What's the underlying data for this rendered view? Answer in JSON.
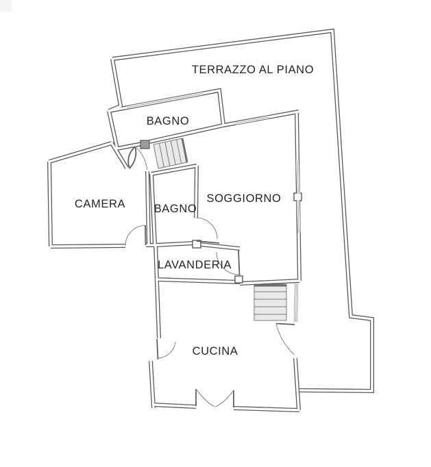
{
  "plan": {
    "type": "floor-plan",
    "language": "Italian",
    "rooms": [
      {
        "id": "terrazzo",
        "label": "TERRAZZO AL PIANO"
      },
      {
        "id": "bagno-top",
        "label": "BAGNO"
      },
      {
        "id": "camera",
        "label": "CAMERA"
      },
      {
        "id": "bagno-mid",
        "label": "BAGNO"
      },
      {
        "id": "soggiorno",
        "label": "SOGGIORNO"
      },
      {
        "id": "lavanderia",
        "label": "LAVANDERIA"
      },
      {
        "id": "cucina",
        "label": "CUCINA"
      }
    ],
    "stairs": [
      {
        "id": "stairs-upper",
        "location": "between BAGNO (top) and BAGNO (mid)",
        "treads_visible": 5
      },
      {
        "id": "stairs-lower",
        "location": "top-right of CUCINA",
        "treads_visible": 5
      }
    ],
    "colors": {
      "background": "#ffffff",
      "wall_line": "#585858",
      "window_line": "#a8a8a8",
      "door_arc": "#8a8a8a",
      "stair_fill": "#e9e9e9",
      "label_text": "#232323",
      "corner_artifact": "#f4f4f4"
    }
  }
}
